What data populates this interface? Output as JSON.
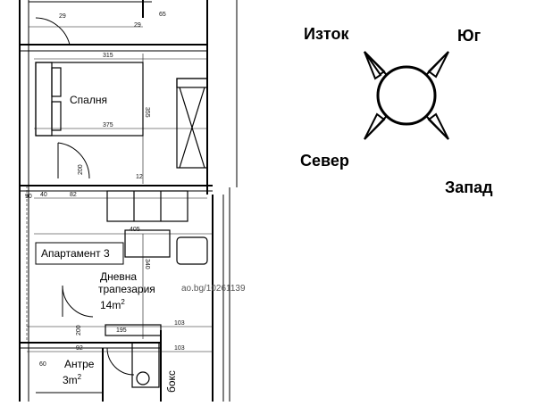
{
  "rooms": {
    "bedroom": "Спалня",
    "apartment": "Апартамент 3",
    "living_line1": "Дневна",
    "living_line2": "трапезария",
    "living_area": "14m",
    "living_area_sup": "2",
    "hall": "Антре",
    "hall_area": "3m",
    "hall_area_sup": "2",
    "box": "бокс"
  },
  "compass": {
    "east": "Изток",
    "south": "Юг",
    "north": "Север",
    "west": "Запад"
  },
  "watermark": "ao.bg/10261139",
  "dimensions": {
    "d65": "65",
    "d315": "315",
    "d375": "375",
    "d355": "355",
    "d405": "405",
    "d340": "340",
    "d103a": "103",
    "d103b": "103",
    "d92": "92",
    "d40": "40",
    "d82": "82",
    "d90": "90",
    "d200a": "200",
    "d200b": "200",
    "d12": "12",
    "d29a": "29",
    "d29b": "29",
    "d60": "60",
    "d195": "195"
  }
}
